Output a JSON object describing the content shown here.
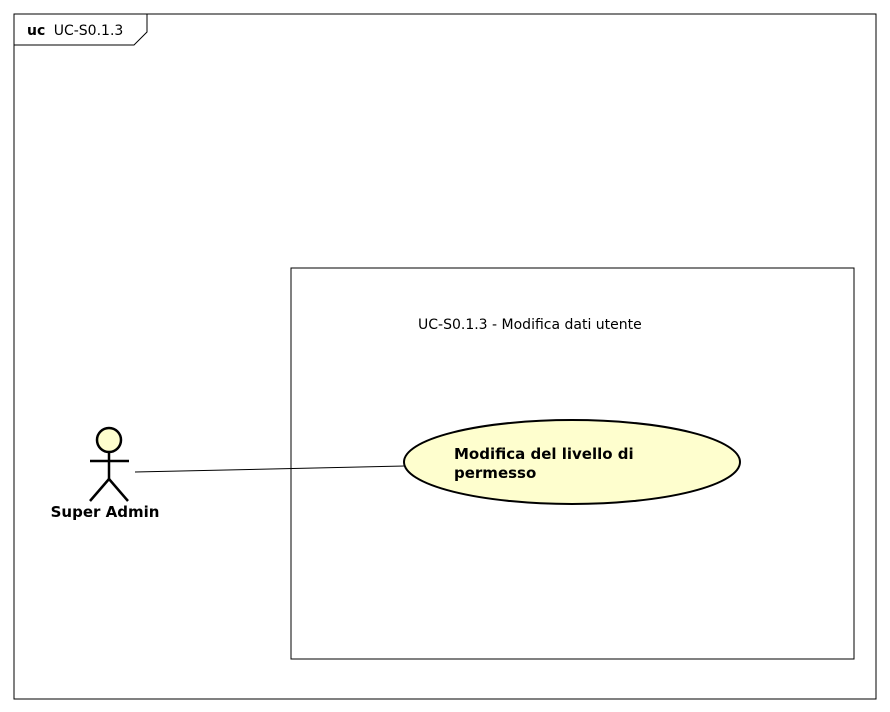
{
  "diagram": {
    "frame": {
      "keyword": "uc",
      "name": "UC-S0.1.3"
    },
    "system_boundary": {
      "title": "UC-S0.1.3 - Modifica dati utente"
    },
    "use_cases": [
      {
        "line1": "Modifica del livello di",
        "line2": "permesso"
      }
    ],
    "actors": [
      {
        "label": "Super Admin"
      }
    ],
    "colors": {
      "element_fill": "#FEFECE",
      "stroke": "#000000",
      "background": "#FFFFFF"
    }
  }
}
